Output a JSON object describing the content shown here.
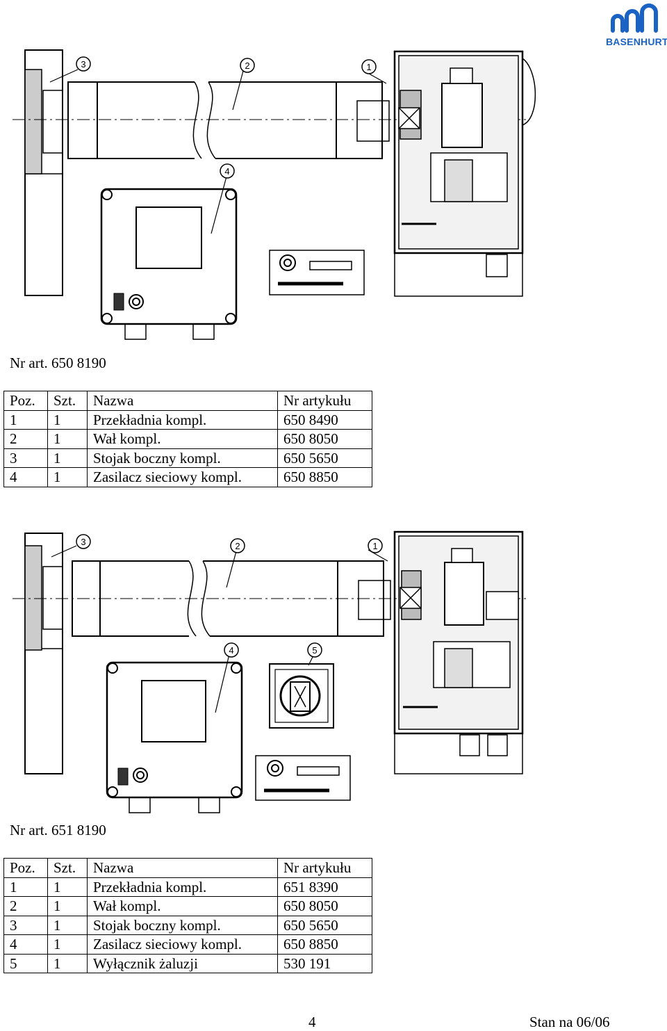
{
  "logo": {
    "text": "BASENHURT",
    "color": "#1a63c4"
  },
  "sections": [
    {
      "art_label": "Nr art. 650 8190",
      "headers": [
        "Poz.",
        "Szt.",
        "Nazwa",
        "Nr artykułu"
      ],
      "rows": [
        [
          "1",
          "1",
          "Przekładnia kompl.",
          "650 8490"
        ],
        [
          "2",
          "1",
          "Wał kompl.",
          "650 8050"
        ],
        [
          "3",
          "1",
          "Stojak boczny kompl.",
          "650 5650"
        ],
        [
          "4",
          "1",
          "Zasilacz sieciowy kompl.",
          "650 8850"
        ]
      ],
      "callouts": [
        "1",
        "2",
        "3",
        "4"
      ]
    },
    {
      "art_label": "Nr art. 651 8190",
      "headers": [
        "Poz.",
        "Szt.",
        "Nazwa",
        "Nr artykułu"
      ],
      "rows": [
        [
          "1",
          "1",
          "Przekładnia kompl.",
          "651 8390"
        ],
        [
          "2",
          "1",
          "Wał kompl.",
          "650 8050"
        ],
        [
          "3",
          "1",
          "Stojak boczny kompl.",
          "650 5650"
        ],
        [
          "4",
          "1",
          "Zasilacz sieciowy kompl.",
          "650 8850"
        ],
        [
          "5",
          "1",
          "Wyłącznik żaluzji",
          "530 191"
        ]
      ],
      "callouts": [
        "1",
        "2",
        "3",
        "4",
        "5"
      ]
    }
  ],
  "footer": {
    "page_number": "4",
    "status": "Stan na 06/06"
  }
}
